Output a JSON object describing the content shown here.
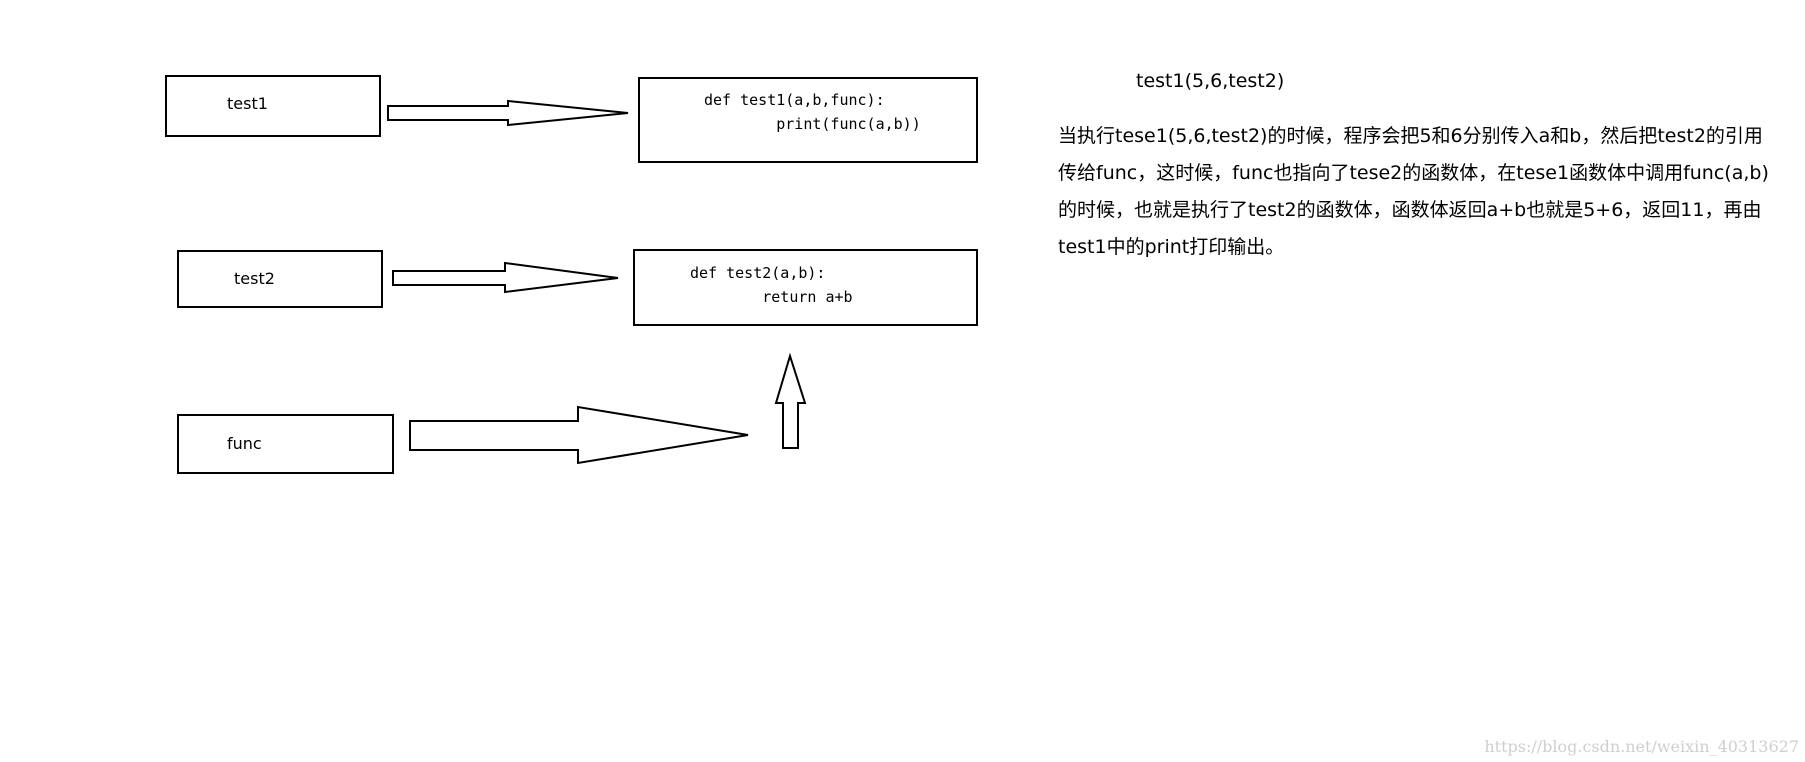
{
  "nodes": {
    "test1": {
      "label": "test1"
    },
    "test2": {
      "label": "test2"
    },
    "func": {
      "label": "func"
    }
  },
  "code_blocks": {
    "test1_def": {
      "lines": [
        "def test1(a,b,func):",
        "        print(func(a,b))"
      ]
    },
    "test2_def": {
      "lines": [
        "def test2(a,b):",
        "        return a+b"
      ]
    }
  },
  "explanation": {
    "title": "test1(5,6,test2)",
    "lines": [
      "当执行tese1(5,6,test2)的时候，程序会把5和6分别传入a和b，然后把test2的引用",
      "传给func，这时候，func也指向了tese2的函数体，在tese1函数体中调用func(a,b)",
      "的时候，也就是执行了test2的函数体，函数体返回a+b也就是5+6，返回11，再由",
      "test1中的print打印输出。"
    ]
  },
  "watermark": "https://blog.csdn.net/weixin_40313627"
}
